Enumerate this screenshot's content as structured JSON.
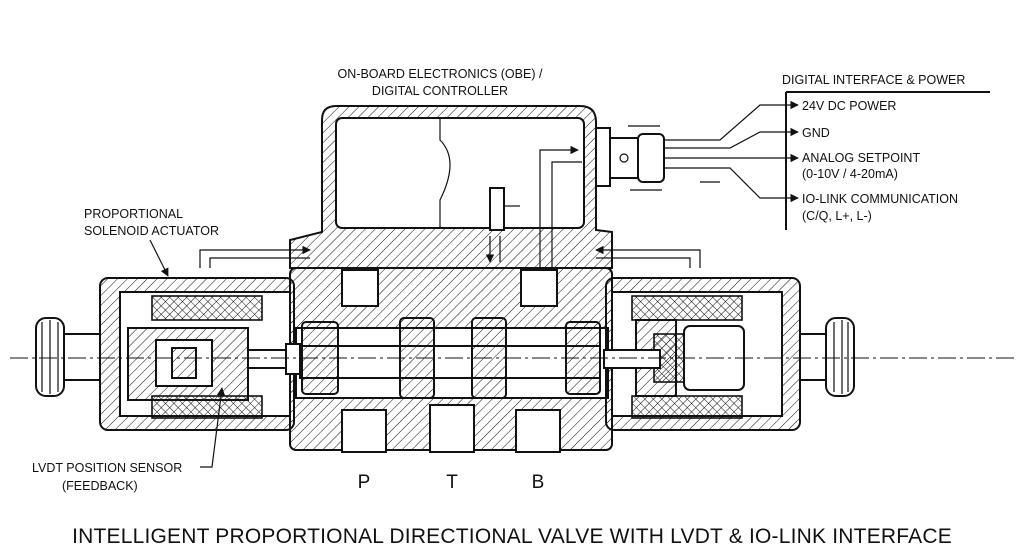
{
  "labels": {
    "obe_line1": "ON-BOARD ELECTRONICS (OBE) /",
    "obe_line2": "DIGITAL CONTROLLER",
    "interface_title": "DIGITAL INTERFACE & POWER",
    "power": "24V DC POWER",
    "gnd": "GND",
    "analog_line1": "ANALOG SETPOINT",
    "analog_line2": "(0-10V / 4-20mA)",
    "iolink_line1": "IO-LINK COMMUNICATION",
    "iolink_line2": "(C/Q, L+, L-)",
    "solenoid_line1": "PROPORTIONAL",
    "solenoid_line2": "SOLENOID ACTUATOR",
    "lvdt_line1": "LVDT POSITION SENSOR",
    "lvdt_line2": "(FEEDBACK)",
    "port_p": "P",
    "port_t": "T",
    "port_b": "B",
    "title": "INTELLIGENT PROPORTIONAL DIRECTIONAL VALVE WITH LVDT & IO-LINK INTERFACE"
  }
}
